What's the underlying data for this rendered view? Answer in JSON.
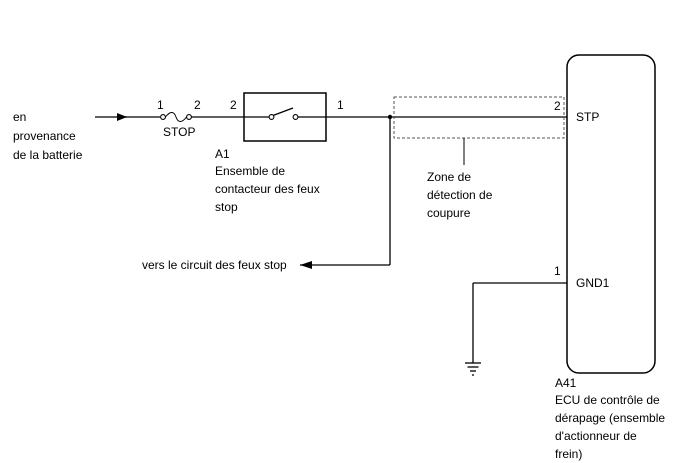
{
  "source": {
    "line1": "en",
    "line2": "provenance",
    "line3": "de la batterie"
  },
  "fuse": {
    "pin_in": "1",
    "pin_out": "2",
    "label": "STOP"
  },
  "switch": {
    "pin_in": "2",
    "pin_out": "1",
    "id": "A1",
    "desc1": "Ensemble de",
    "desc2": "contacteur des feux",
    "desc3": "stop"
  },
  "zone": {
    "line1": "Zone de",
    "line2": "détection de",
    "line3": "coupure"
  },
  "stop_circuit": {
    "label": "vers le circuit des feux stop"
  },
  "ecu": {
    "id": "A41",
    "desc1": "ECU de contrôle de",
    "desc2": "dérapage (ensemble",
    "desc3": "d'actionneur de",
    "desc4": "frein)",
    "stp_pin": "2",
    "stp_label": "STP",
    "gnd_pin": "1",
    "gnd_label": "GND1"
  }
}
